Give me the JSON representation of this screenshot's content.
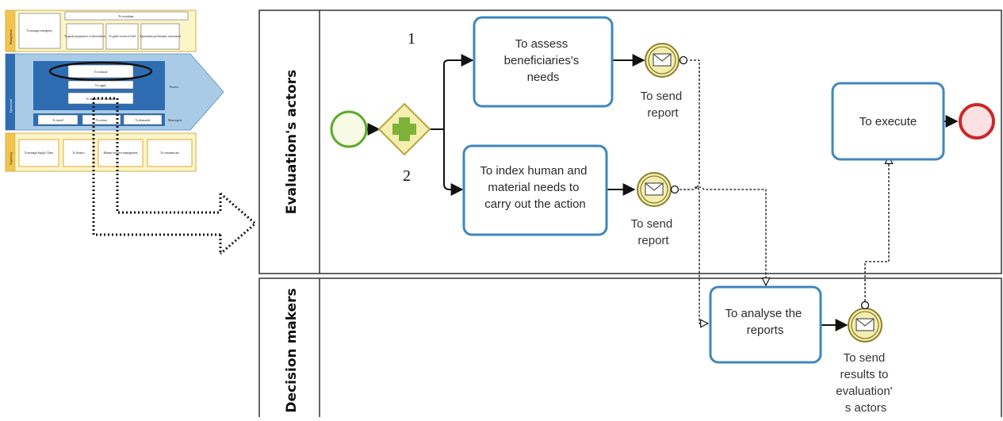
{
  "mini_map": {
    "side_labels": [
      "Management",
      "Operational",
      "Supporting"
    ],
    "management": {
      "left_box": "To manage emergency",
      "header": "To coordinate",
      "boxes": [
        "To guide preparation of intervention",
        "To guide action of field",
        "Agreements preliminary assessment"
      ]
    },
    "operational": {
      "boxes": [
        "To evaluate",
        "To supply",
        "To dispatch the assistance"
      ],
      "bottom": [
        "To install",
        "To restore",
        "To dismantle"
      ],
      "right_labels": [
        "Process",
        "Main aspect"
      ]
    },
    "supporting": {
      "boxes": [
        "To manage Supply Chain",
        "To finance",
        "Human resource management",
        "To communicate"
      ]
    }
  },
  "lanes": [
    {
      "label": "Evaluation's actors"
    },
    {
      "label": "Decision makers"
    }
  ],
  "labels": {
    "branch_1": "1",
    "branch_2": "2"
  },
  "tasks": {
    "assess": [
      "To assess",
      "beneficiaries's",
      "needs"
    ],
    "index": [
      "To index human and",
      "material needs to",
      "carry out the action"
    ],
    "execute": [
      "To execute"
    ],
    "analyse": [
      "To analyse the",
      "reports"
    ]
  },
  "events": {
    "send1": [
      "To send",
      "report"
    ],
    "send2": [
      "To send",
      "report"
    ],
    "send3": [
      "To send",
      "results to",
      "evaluation'",
      "s actors"
    ]
  },
  "colors": {
    "task_border": "#3f86bf",
    "task_fill": "#ffffff",
    "gateway_fill": "#f4eeb0",
    "gateway_border": "#b6a53d",
    "gateway_plus": "#7fb238",
    "start_border": "#5bab2c",
    "start_fill": "#f7fbe6",
    "end_border": "#c8292b",
    "end_fill": "#fbe1e1",
    "message_fill": "#f4eeb0",
    "message_border": "#8c7f2a",
    "mini_blue": "#2f6db2",
    "mini_light_blue": "#a9cbe6",
    "mini_yellow": "#fbf5c8",
    "mini_orange": "#f2c44f"
  }
}
